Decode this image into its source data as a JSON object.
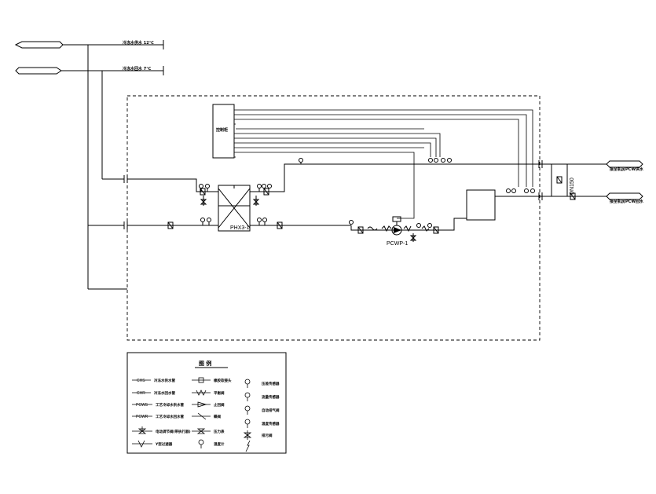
{
  "header": {
    "line1_label": "冷冻水供水 12℃",
    "line2_label": "冷冻水回水 7℃"
  },
  "equipment": {
    "control_panel_label": "控制柜",
    "heat_exchanger_label": "PHX3-1",
    "pump_label": "PCWP-1",
    "pipe_size_label": "DN150"
  },
  "outlets": {
    "supply_label": "接至机房PCW供水",
    "return_label": "接至机房PCW回水"
  },
  "legend": {
    "title": "图 例",
    "items": [
      {
        "code": "CHS",
        "text": "冷冻水供水管"
      },
      {
        "code": "CHR",
        "text": "冷冻水回水管"
      },
      {
        "code": "PCWS",
        "text": "工艺冷却水供水管"
      },
      {
        "code": "PCWR",
        "text": "工艺冷却水回水管"
      },
      {
        "code": "",
        "text": "电动调节阀(带执行器)"
      },
      {
        "code": "",
        "text": "Y型过滤器"
      },
      {
        "code": "",
        "text": "橡胶软接头"
      },
      {
        "code": "",
        "text": "平衡阀"
      },
      {
        "code": "",
        "text": "止回阀"
      },
      {
        "code": "",
        "text": "蝶阀"
      },
      {
        "code": "",
        "text": "压力表"
      },
      {
        "code": "",
        "text": "温度计"
      },
      {
        "code": "",
        "text": "压差传感器"
      },
      {
        "code": "",
        "text": "流量传感器"
      },
      {
        "code": "",
        "text": "自动排气阀"
      },
      {
        "code": "",
        "text": "温度传感器"
      },
      {
        "code": "",
        "text": "排污阀"
      }
    ]
  }
}
